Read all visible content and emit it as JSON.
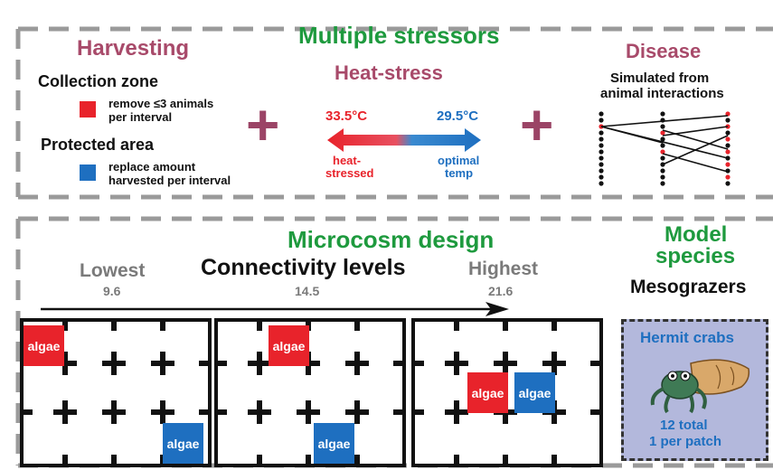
{
  "stressors": {
    "title": "Multiple stressors",
    "harvesting": {
      "title": "Harvesting",
      "collection_zone": "Collection zone",
      "collection_desc_1": "remove ≤3 animals",
      "collection_desc_2": "per interval",
      "protected_area": "Protected area",
      "protected_desc_1": "replace amount",
      "protected_desc_2": "harvested per interval"
    },
    "heat": {
      "title": "Heat-stress",
      "hot_temp": "33.5°C",
      "optimal_temp": "29.5°C",
      "hot_label_1": "heat-",
      "hot_label_2": "stressed",
      "opt_label_1": "optimal",
      "opt_label_2": "temp"
    },
    "disease": {
      "title": "Disease",
      "desc_1": "Simulated from",
      "desc_2": "animal interactions"
    }
  },
  "microcosm": {
    "title": "Microcosm design",
    "connectivity_title": "Connectivity levels",
    "lowest_label": "Lowest",
    "lowest_value": "9.6",
    "middle_value": "14.5",
    "highest_label": "Highest",
    "highest_value": "21.6",
    "algae_label": "algae"
  },
  "model": {
    "title_1": "Model",
    "title_2": "species",
    "subtitle": "Mesograzers",
    "species_name": "Hermit crabs",
    "total": "12 total",
    "per_patch": "1 per patch"
  },
  "colors": {
    "green": "#1e9a3e",
    "maroon": "#a84a6a",
    "red": "#e8232b",
    "blue": "#1e6fc0",
    "panel": "#b3b8dc"
  }
}
